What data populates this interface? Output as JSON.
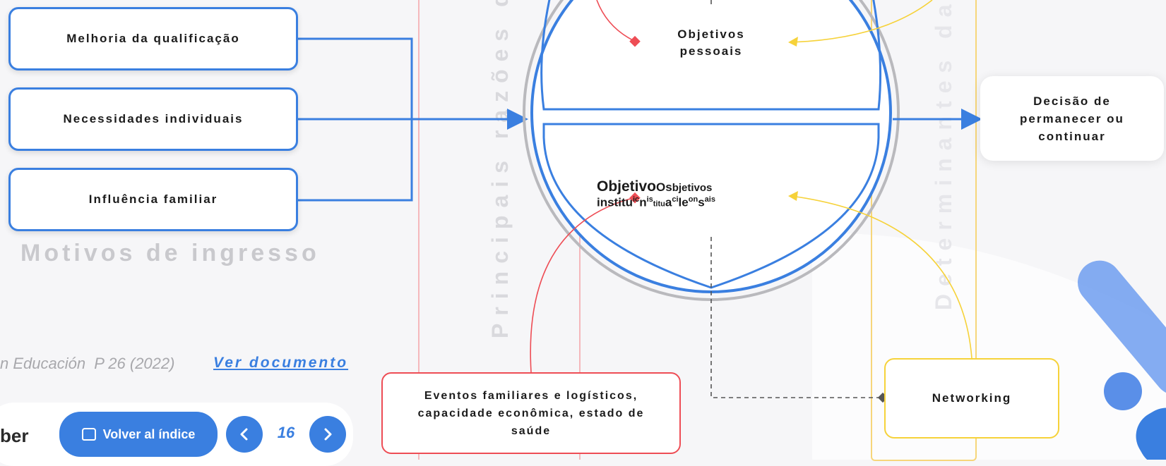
{
  "diagram": {
    "entry_motives": {
      "title": "Motivos de ingresso",
      "items": [
        "Melhoria da qualificação",
        "Necessidades individuais",
        "Influência familiar"
      ]
    },
    "dropout_axis_label": "Principais razões de eva",
    "decision_axis_label": "Determinantes da deci",
    "circle": {
      "top_label": "Objetivos pessoais",
      "bottom_label_a": "Objetivo",
      "bottom_label_b": "Os",
      "bottom_label_c": "bjetivos",
      "bottom_label_d": "institu",
      "bottom_label_e": "ic",
      "bottom_label_f": "n",
      "bottom_label_g": "is",
      "bottom_label_h": "ti",
      "bottom_label_i": "tu",
      "bottom_label_j": "a",
      "bottom_label_k": "ci",
      "bottom_label_l": "l",
      "bottom_label_m": "e",
      "bottom_label_n": "on",
      "bottom_label_o": "s",
      "bottom_label_p": "ais"
    },
    "decision_box": "Decisão de permanecer ou continuar",
    "red_box": "Eventos familiares e logísticos, capacidade econômica, estado de saúde",
    "yellow_box": "Networking",
    "colors": {
      "blue": "#3a7fe0",
      "red": "#ee4d55",
      "yellow": "#f6d23a"
    }
  },
  "footer": {
    "citation": "n Educación  P 26 (2022)",
    "doc_link": "Ver documento",
    "brand_fragment": "ber",
    "back_label": "Volver al índice",
    "page_number": "16"
  }
}
